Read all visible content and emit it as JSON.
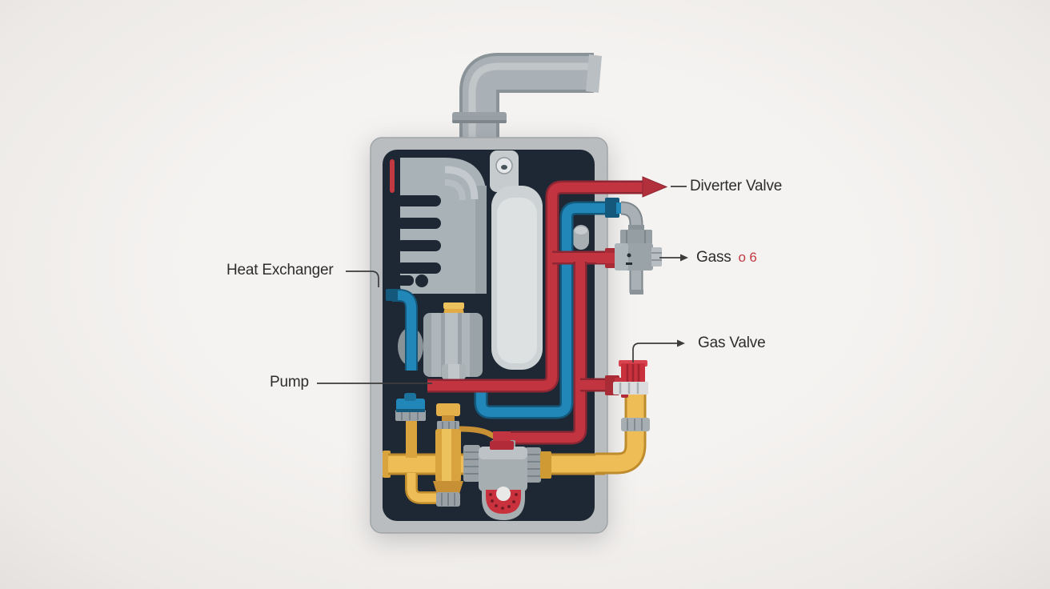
{
  "scene": {
    "type": "boiler-cutaway-diagram",
    "labels": {
      "heat_exchanger": "Heat Exchanger",
      "pump": "Pump",
      "diverter_valve": "Diverter Valve",
      "gas_meter": "Gass",
      "gas_meter_suffix": "o 6",
      "gas_valve": "Gas Valve"
    },
    "components": [
      "flue-pipe",
      "boiler-casing",
      "heat-exchanger",
      "expansion-vessel",
      "pump",
      "gas-meter",
      "diverter-valve-pipe",
      "gas-valve",
      "shutoff-valves",
      "gas-piping"
    ]
  },
  "colors": {
    "background": "#f2f0ee",
    "casing": "#b9bdbf",
    "panel": "#1e2834",
    "pipe_red": "#c23440",
    "pipe_red_dark": "#8e2733",
    "pipe_blue": "#2187b8",
    "pipe_blue_dark": "#14587c",
    "pipe_yellow": "#eebd55",
    "pipe_yellow_dark": "#bf8c2d",
    "metal": "#a9b1b6",
    "metal_dark": "#7d868b",
    "metal_light": "#c5cacd",
    "accent_red": "#c13a42",
    "label_text": "#2d2d2d",
    "leader": "#3c3c3c"
  }
}
